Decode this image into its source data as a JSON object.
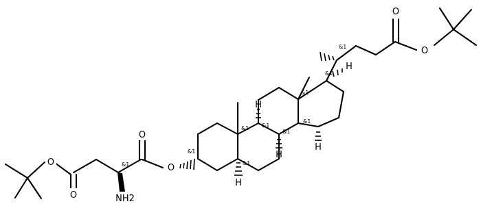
{
  "atoms": {
    "o_aspartate_ester_carbonyl": "O",
    "o_aspartate_ester_link": "O",
    "amine": "NH2",
    "o_ester_carbonyl": "O",
    "o_ester_link": "O",
    "o_side_chain_carbonyl": "O",
    "o_side_chain_link": "O",
    "h_c5": "H",
    "h_c8": "H",
    "h_c9": "H",
    "h_c14": "H",
    "h_c17": "H"
  },
  "stereo_labels": {
    "c3": "&1",
    "c5": "&1",
    "c8": "&1",
    "c9": "&1",
    "c10": "&1",
    "c13": "&1",
    "c14": "&1",
    "c17": "&1",
    "c20": "&1",
    "alpha_carbon": "&1"
  },
  "style": {
    "background": "#ffffff",
    "ink": "#000000"
  }
}
